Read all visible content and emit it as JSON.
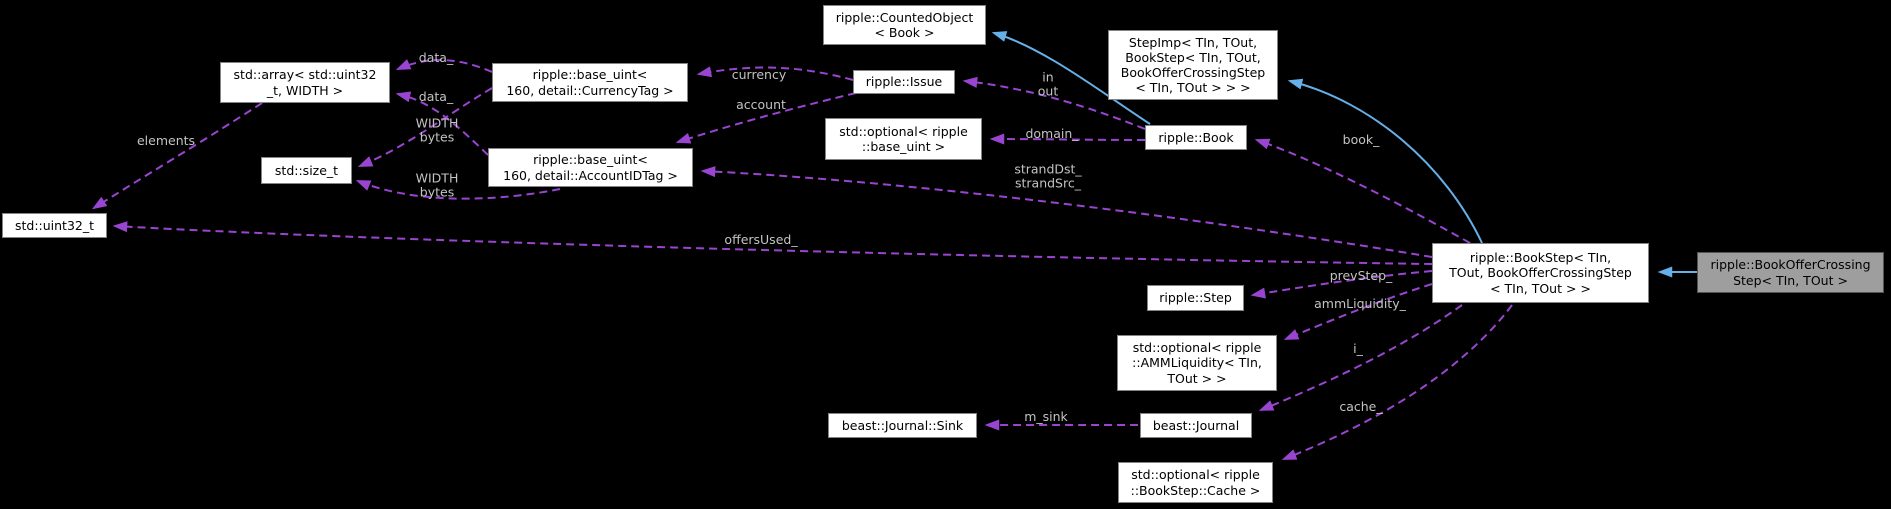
{
  "colors": {
    "background": "#000000",
    "member_edge": "#9a45d2",
    "inheritance_edge": "#66b0ea",
    "edge_label": "#c3c3c3",
    "node_fill": "#ffffff",
    "current_node_fill": "#9e9e9e"
  },
  "nodes": {
    "counted_object": "ripple::CountedObject\n< Book >",
    "stepimp": "StepImp< TIn, TOut,\nBookStep< TIn, TOut,\nBookOfferCrossingStep\n< TIn, TOut >  > >",
    "std_array": "std::array< std::uint32\n_t, WIDTH >",
    "base_uint_currency": "ripple::base_uint<\n160, detail::CurrencyTag >",
    "issue": "ripple::Issue",
    "optional_base_uint": "std::optional< ripple\n::base_uint >",
    "book": "ripple::Book",
    "size_t": "std::size_t",
    "base_uint_account": "ripple::base_uint<\n160, detail::AccountIDTag >",
    "uint32_t": "std::uint32_t",
    "book_step": "ripple::BookStep< TIn,\nTOut, BookOfferCrossingStep\n< TIn, TOut > >",
    "book_offer_crossing_step": "ripple::BookOfferCrossing\nStep< TIn, TOut >",
    "step": "ripple::Step",
    "optional_amm": "std::optional< ripple\n::AMMLiquidity< TIn,\nTOut > >",
    "journal_sink": "beast::Journal::Sink",
    "journal": "beast::Journal",
    "optional_cache": "std::optional< ripple\n::BookStep::Cache >"
  },
  "edge_labels": {
    "data1": "data_",
    "data2": "data_",
    "width_bytes1": "WIDTH\nbytes",
    "width_bytes2": "WIDTH\nbytes",
    "elements": "elements",
    "currency": "currency",
    "account": "account",
    "in_out": "in\nout",
    "domain": "domain_",
    "strand": "strandDst_\nstrandSrc_",
    "book": "book_",
    "offers_used": "offersUsed_",
    "prev_step": "prevStep_",
    "amm_liquidity": "ammLiquidity_",
    "i": "i_",
    "m_sink": "m_sink",
    "cache": "cache_"
  }
}
